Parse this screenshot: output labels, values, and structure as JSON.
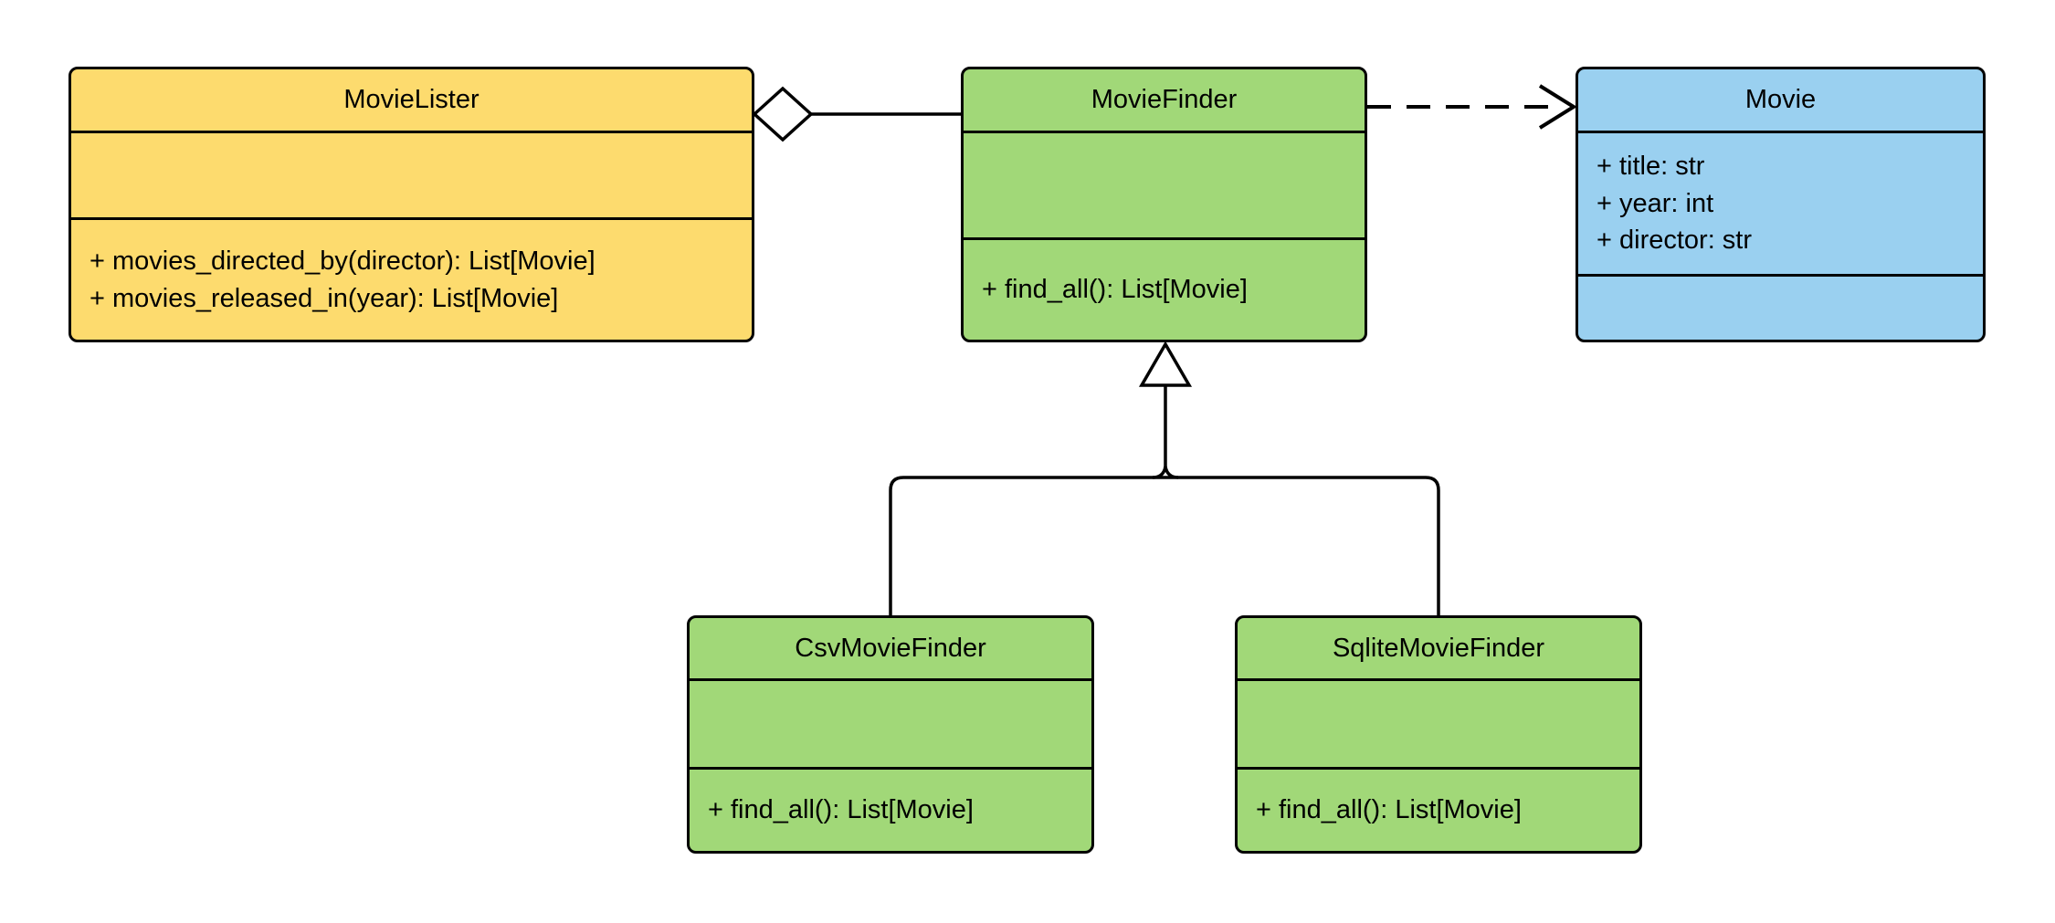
{
  "diagram_type": "uml-class-diagram",
  "classes": [
    {
      "name": "MovieLister",
      "fill": "#FDDB6E",
      "attributes": [],
      "methods": [
        "+ movies_directed_by(director): List[Movie]",
        "+ movies_released_in(year): List[Movie]"
      ]
    },
    {
      "name": "MovieFinder",
      "fill": "#A1D878",
      "attributes": [],
      "methods": [
        "+ find_all(): List[Movie]"
      ]
    },
    {
      "name": "Movie",
      "fill": "#9AD0F0",
      "attributes": [
        "+ title: str",
        "+ year: int",
        "+ director: str"
      ],
      "methods": []
    },
    {
      "name": "CsvMovieFinder",
      "fill": "#A1D878",
      "attributes": [],
      "methods": [
        "+ find_all(): List[Movie]"
      ]
    },
    {
      "name": "SqliteMovieFinder",
      "fill": "#A1D878",
      "attributes": [],
      "methods": [
        "+ find_all(): List[Movie]"
      ]
    }
  ],
  "relationships": [
    {
      "type": "aggregation",
      "from": "MovieLister",
      "to": "MovieFinder",
      "line": "solid",
      "marker": "open-diamond-at-whole"
    },
    {
      "type": "dependency",
      "from": "MovieFinder",
      "to": "Movie",
      "line": "dashed",
      "marker": "open-arrow"
    },
    {
      "type": "generalization",
      "from": "CsvMovieFinder",
      "to": "MovieFinder",
      "line": "solid",
      "marker": "hollow-triangle"
    },
    {
      "type": "generalization",
      "from": "SqliteMovieFinder",
      "to": "MovieFinder",
      "line": "solid",
      "marker": "hollow-triangle"
    }
  ],
  "colors": {
    "class_yellow": "#FDDB6E",
    "class_green": "#A1D878",
    "class_blue": "#9AD0F0",
    "line": "#000000",
    "text": "#000000",
    "background": "#FFFFFF"
  }
}
